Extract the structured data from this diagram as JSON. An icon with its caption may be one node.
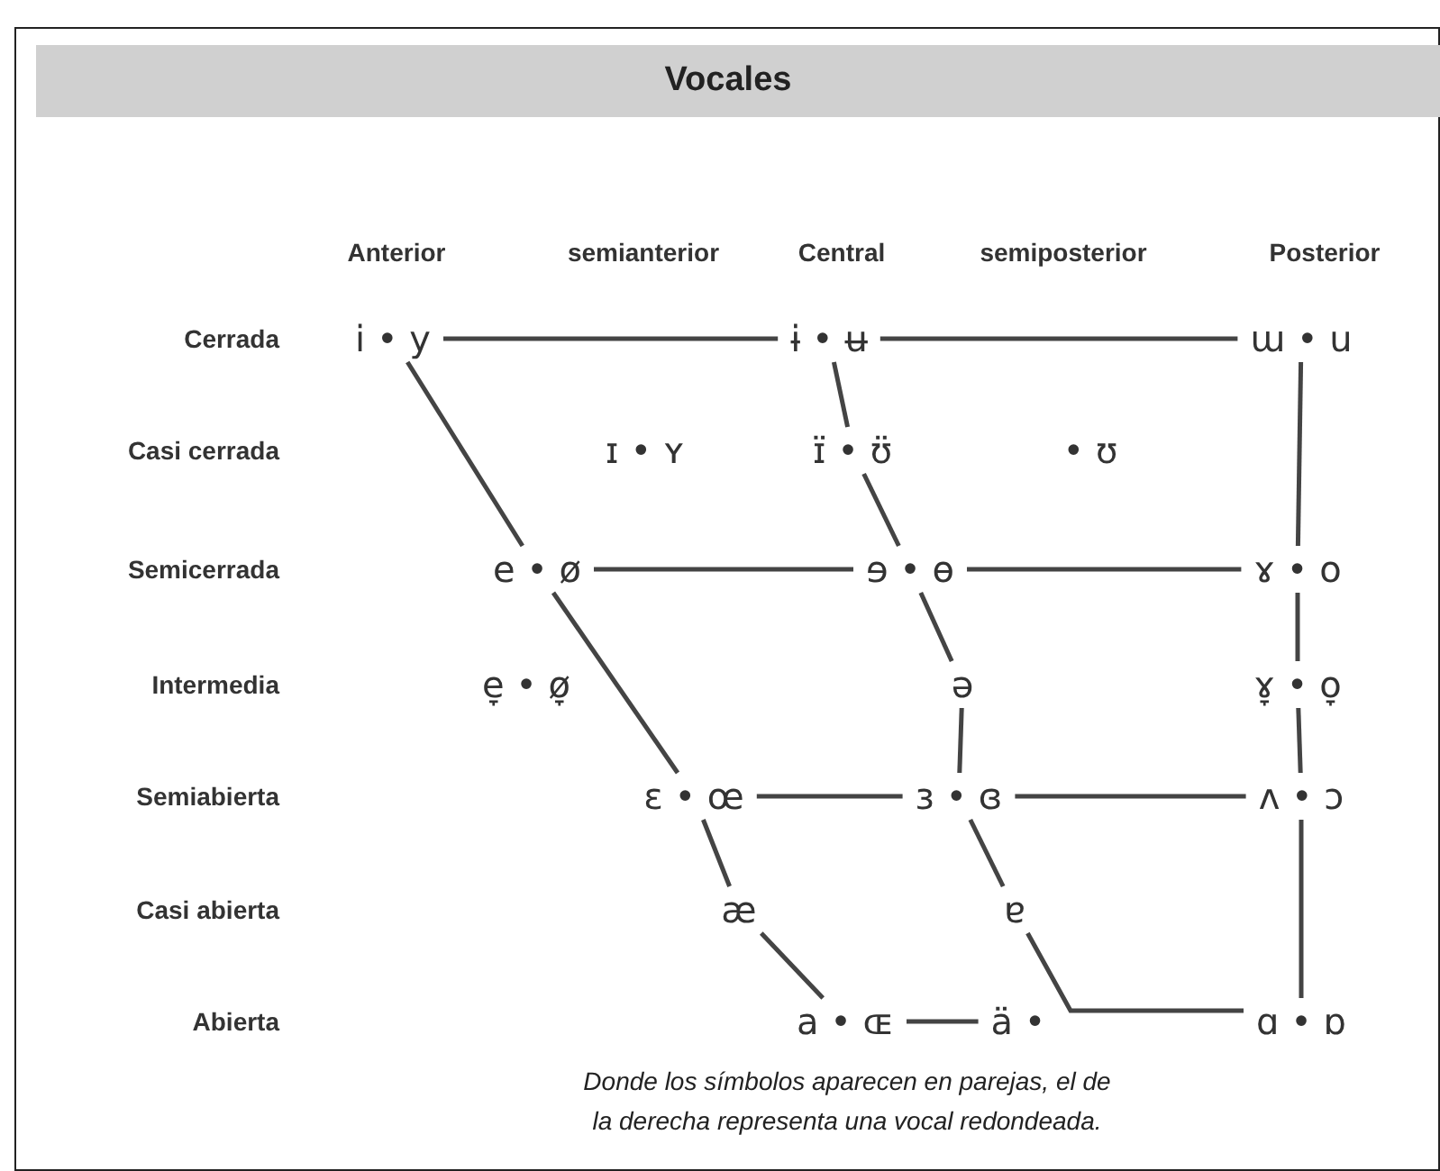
{
  "diagram": {
    "title": "Vocales",
    "caption": "Donde los símbolos aparecen en parejas, el de la derecha representa una vocal redondeada.",
    "nodes": [
      {
        "text": [
          "i • y"
        ]
      },
      {
        "text": [
          "ɨ • ʉ"
        ]
      },
      {
        "text": [
          "ɯ • u"
        ]
      },
      {
        "text": [
          "ɪ̈ • ʊ̈"
        ]
      },
      {
        "text": [
          "e • ø"
        ]
      },
      {
        "text": [
          "ɘ • ɵ"
        ]
      },
      {
        "text": [
          "ɤ • o"
        ]
      },
      {
        "text": [
          "ə"
        ]
      },
      {
        "text": [
          "ɤ̞ • o̞"
        ]
      },
      {
        "text": [
          "ɛ • œ"
        ]
      },
      {
        "text": [
          "ɜ • ɞ"
        ]
      },
      {
        "text": [
          "ʌ • ɔ"
        ]
      },
      {
        "text": [
          "æ"
        ]
      },
      {
        "text": [
          "ɐ"
        ]
      },
      {
        "text": [
          "a • ɶ"
        ]
      },
      {
        "text": [
          "ä •"
        ]
      },
      {
        "text": [
          "ɑ • ɒ"
        ]
      }
    ],
    "edges": [
      {
        "from": 0,
        "to": 1,
        "arrow": "none"
      },
      {
        "from": 1,
        "to": 2,
        "arrow": "none"
      },
      {
        "from": 0,
        "to": 4,
        "arrow": "none"
      },
      {
        "from": 1,
        "to": 3,
        "arrow": "none"
      },
      {
        "from": 3,
        "to": 5,
        "arrow": "none"
      },
      {
        "from": 2,
        "to": 6,
        "arrow": "none"
      },
      {
        "from": 4,
        "to": 5,
        "arrow": "none"
      },
      {
        "from": 5,
        "to": 6,
        "arrow": "none"
      },
      {
        "from": 4,
        "to": 9,
        "arrow": "none"
      },
      {
        "from": 5,
        "to": 7,
        "arrow": "none"
      },
      {
        "from": 6,
        "to": 8,
        "arrow": "none"
      },
      {
        "from": 7,
        "to": 10,
        "arrow": "none"
      },
      {
        "from": 8,
        "to": 11,
        "arrow": "none"
      },
      {
        "from": 9,
        "to": 10,
        "arrow": "none"
      },
      {
        "from": 10,
        "to": 11,
        "arrow": "none"
      },
      {
        "from": 9,
        "to": 12,
        "arrow": "none"
      },
      {
        "from": 10,
        "to": 13,
        "arrow": "none"
      },
      {
        "from": 11,
        "to": 16,
        "arrow": "none"
      },
      {
        "from": 12,
        "to": 14,
        "arrow": "none"
      },
      {
        "from": 14,
        "to": 15,
        "arrow": "none"
      },
      {
        "from": 13,
        "to": 16,
        "arrow": "none"
      }
    ],
    "labels": [
      "Anterior",
      "semianterior",
      "Central",
      "semiposterior",
      "Posterior",
      "Cerrada",
      "Casi cerrada",
      "ɪ • ʏ",
      "• ʊ",
      "Semicerrada",
      "Intermedia",
      "e̞ • ø̞",
      "Semiabierta",
      "Casi abierta",
      "Abierta"
    ]
  }
}
